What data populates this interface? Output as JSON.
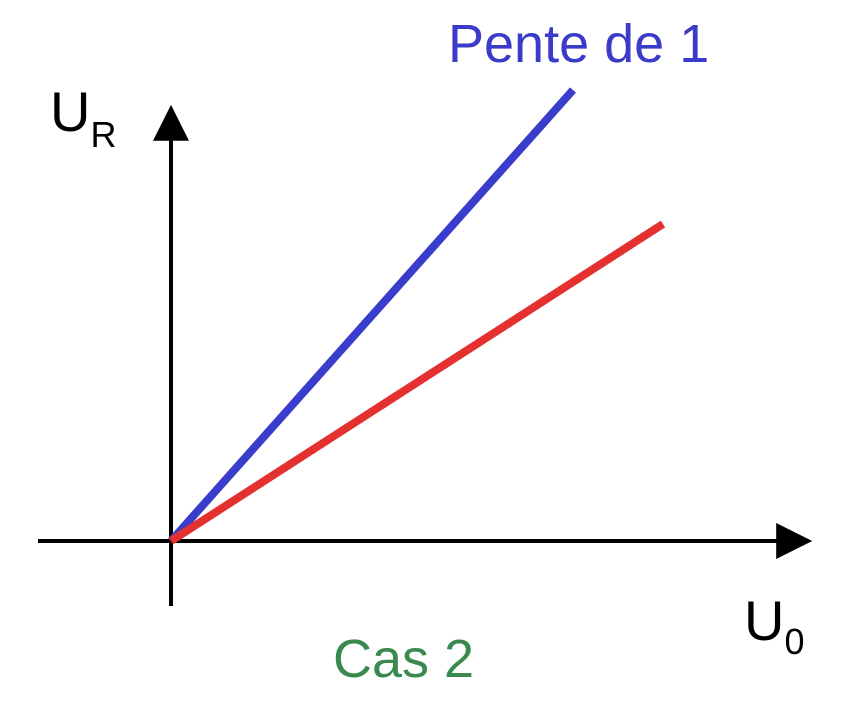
{
  "labels": {
    "y_axis_main": "U",
    "y_axis_sub": "R",
    "x_axis_main": "U",
    "x_axis_sub": "0",
    "blue_line_label": "Pente de 1",
    "case_label": "Cas 2"
  },
  "colors": {
    "axis": "#000000",
    "blue_line": "#3a3ccc",
    "red_line": "#e53030",
    "blue_text": "#3b3bc9",
    "case_text": "#3a8a4f"
  }
}
